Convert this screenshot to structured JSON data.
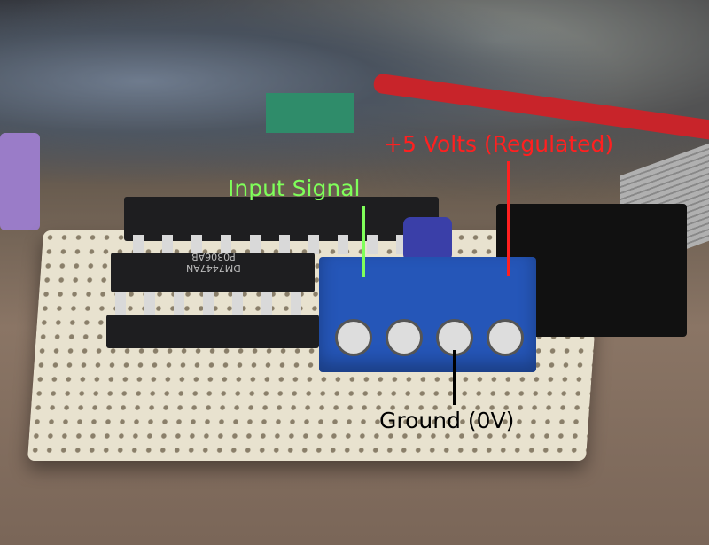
{
  "annotations": {
    "input_signal": {
      "text": "Input Signal",
      "color": "#7fff5a"
    },
    "plus5v": {
      "text": "+5 Volts (Regulated)",
      "color": "#ff2020"
    },
    "ground": {
      "text": "Ground (0V)",
      "color": "#000000"
    }
  },
  "chip_markings": {
    "line1": "DM7447AN",
    "line2": "P0306AB"
  }
}
